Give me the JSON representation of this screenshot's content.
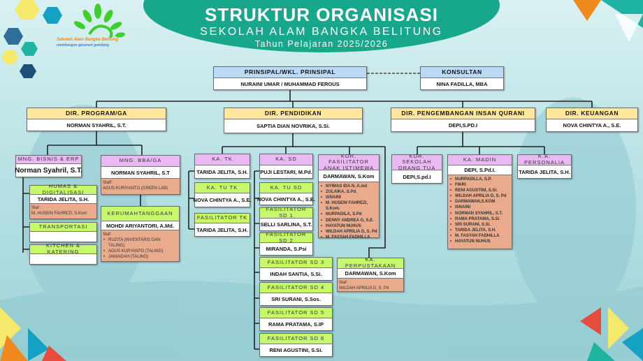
{
  "header": {
    "title": "STRUKTUR ORGANISASI",
    "subtitle": "SEKOLAH ALAM BANGKA BELITUNG",
    "year": "Tahun Pelajaran 2025/2026"
  },
  "logo": {
    "name": "Sekolah Alam Bangka Belitung",
    "tagline": "membangun generasi gemilang"
  },
  "colors": {
    "title_band": "#17a88b",
    "top": "#bcdaf6",
    "director": "#ffe89c",
    "head": "#eab9f3",
    "unit": "#c7f76a",
    "staff": "#e9ab8c"
  },
  "boxes": {
    "principal": {
      "title": "PRINSIPAL/WKL. PRINSIPAL",
      "name": "NURAINI UMAR / MUHAMMAD FEROUS"
    },
    "konsultan": {
      "title": "KONSULTAN",
      "name": "NINA FADILLA, MBA"
    },
    "dir_program": {
      "title": "DIR. PROGRAM/GA",
      "name": "NORMAN SYAHRIL, S.T."
    },
    "dir_pendidikan": {
      "title": "DIR. PENDIDIKAN",
      "name": "SAPTIA DIAN NOVRIKA, S.Si."
    },
    "dir_pengembangan": {
      "title": "DIR. PENGEMBANGAN INSAN QURANI",
      "name": "DEPI,S.PD.I"
    },
    "dir_keuangan": {
      "title": "DIR. KEUANGAN",
      "name": "NOVA CHINTYA A., S.E."
    },
    "mng_bisnis": {
      "title": "MNG. BISNIS & ERP",
      "name": "Norman  Syahril, S.T."
    },
    "mng_bba": {
      "title": "MNG. BBA/GA",
      "name": "NORMAN SYAHRIL, S.T",
      "staff_label": "Staff:",
      "staff": [
        "AGUS KURIYANTO (GREEN LAB)"
      ]
    },
    "humas": {
      "title": "HUMAS & DIGITALISASI",
      "name": "TARIDA JELITA, S.H.",
      "staff_label": "Staf :",
      "staff": [
        "M. HUSEIN FAHREZI, S.Kom"
      ]
    },
    "transportasi": {
      "title": "TRANSPORTASI",
      "name": ""
    },
    "kitchen": {
      "title": "KITCHEN & KATERING",
      "name": ""
    },
    "kerumahtanggaan": {
      "title": "KERUMAHTANGGAAN",
      "name": "MOHDI ARIYANTORI, A.Md.",
      "staff_label": "Staf:",
      "staff": [
        "RUZITA (INVENTARIS DAN TALING)",
        "AGUS KURYANTO (TALING)",
        "JAMAIDAH (TALING)"
      ]
    },
    "ka_tk": {
      "title": "KA. TK",
      "name": "TARIDA JELITA, S.H."
    },
    "ka_tu_tk": {
      "title": "KA. TU TK",
      "name": "NOVA CHINTYA A., S.E."
    },
    "fasil_tk": {
      "title": "FASILITATOR TK",
      "name": "TARIDA JELITA, S.H."
    },
    "ka_sd": {
      "title": "KA. SD",
      "name": "PUJI LESTARI, M.Pd."
    },
    "ka_tu_sd": {
      "title": "KA. TU SD",
      "name": "NOVA CHINTYA A., S.E."
    },
    "sd1": {
      "title": "FASILITATOR SD 1",
      "name": "SELLI SARLINA, S.T."
    },
    "sd2": {
      "title": "FASILITATOR SD 2",
      "name": "MIRANDA, S.Psi"
    },
    "sd3": {
      "title": "FASILITATOR SD 3",
      "name": "INDAH SANTIA, S.Si."
    },
    "sd4": {
      "title": "FASILITATOR SD 4",
      "name": "SRI SURANI, S.Sos."
    },
    "sd5": {
      "title": "FASILITATOR SD 5",
      "name": "RAMA PRATAMA, S.IP"
    },
    "sd6": {
      "title": "FASILITATOR SD 6",
      "name": "RENI AGUSTINI, S.Si."
    },
    "kor_abk": {
      "title": "KOR. FASILITATOR ANAK ISTIMEWA",
      "name": "DARMAWAN, S.Kom",
      "staff": [
        "NYIMAS IDA N, A.md",
        "ZULAIKA, S.Pd.",
        "ISNAINI",
        "M. HUSEIN FAHREZI, S.Kom.",
        "NURPADILA, S.Pd",
        "DENNY ANDREA G, S.E.",
        "HAYATUN NUHUS",
        "WILDAH APRILIA D, S. Pd",
        "M. FASYAH FADHILLA"
      ]
    },
    "perpustakaan": {
      "title": "KA. PERPUSTAKAAN",
      "name": "DARMAWAN, S.Kom",
      "staff_label": "Staf:",
      "staff": [
        "WILDAH APRILIA D, S. Pd"
      ]
    },
    "kor_ortu": {
      "title": "KOR. SEKOLAH ORANG TUA",
      "name": "DEPI,S.pd.I"
    },
    "ka_madin": {
      "title": "KA. MADIN",
      "name": "DEPI, S.Pd.I.",
      "staff": [
        "NURPADILLA, S.P.",
        "FIKRI",
        "RENI AGUSTINI, S.Si.",
        "WILDAH APRILIA D, S. Pd",
        "DARMAWAN,S.KOM",
        "ISNAINI",
        "NORMAN SYAHRIL, S.T.",
        "RAMA PRATAMA, S.Si.",
        "SRI SURANI, S.Si.",
        "TARIDA JELITA, S.H.",
        "M. FASYAH FADHILLA",
        "HAYATUN NUHUS"
      ]
    },
    "ka_personalia": {
      "title": "K.A. PERSONALIA",
      "name": "TARIDA JELITA, S.H."
    }
  }
}
